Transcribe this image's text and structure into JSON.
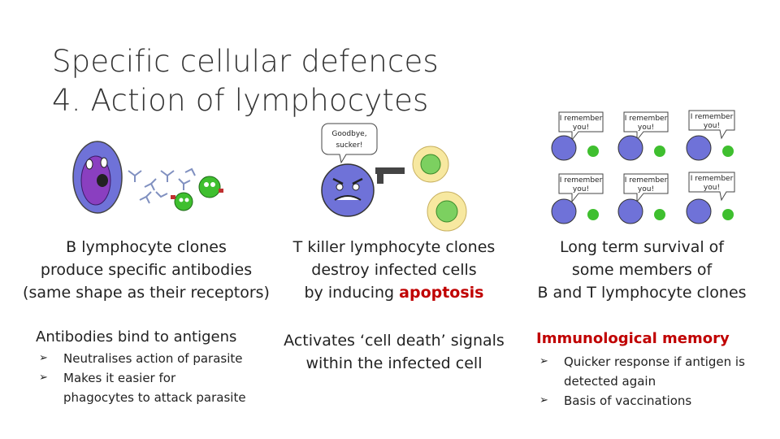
{
  "title": {
    "line1": "Specific cellular defences",
    "line2": "4. Action of lymphocytes"
  },
  "speech": {
    "tkiller": [
      "Goodbye,",
      "sucker!"
    ],
    "memory": [
      "I remember",
      "you!"
    ]
  },
  "col1": {
    "lines": [
      "B lymphocyte clones",
      "produce specific antibodies",
      "(same shape as their receptors)"
    ],
    "heading": "Antibodies bind to antigens",
    "bullets": [
      "Neutralises action of parasite",
      "Makes it easier for",
      "phagocytes to attack parasite"
    ]
  },
  "col2": {
    "line1": "T killer lymphocyte clones",
    "line2": "destroy infected cells",
    "line3_prefix": "by inducing ",
    "line3_highlight": "apoptosis",
    "sub1": "Activates ‘cell death’ signals",
    "sub2": "within the infected cell"
  },
  "col3": {
    "lines": [
      "Long term survival of",
      "some members of",
      "B and T lymphocyte clones"
    ],
    "heading": "Immunological memory",
    "bullets": [
      "Quicker response if antigen is",
      "detected again",
      "Basis of vaccinations"
    ]
  },
  "bullet_glyph": "➢",
  "colors": {
    "lymphocyte": "#6f72d8",
    "nucleus": "#7a3fb8",
    "antigen": "#3fbf2f",
    "highlight": "#c00000"
  }
}
